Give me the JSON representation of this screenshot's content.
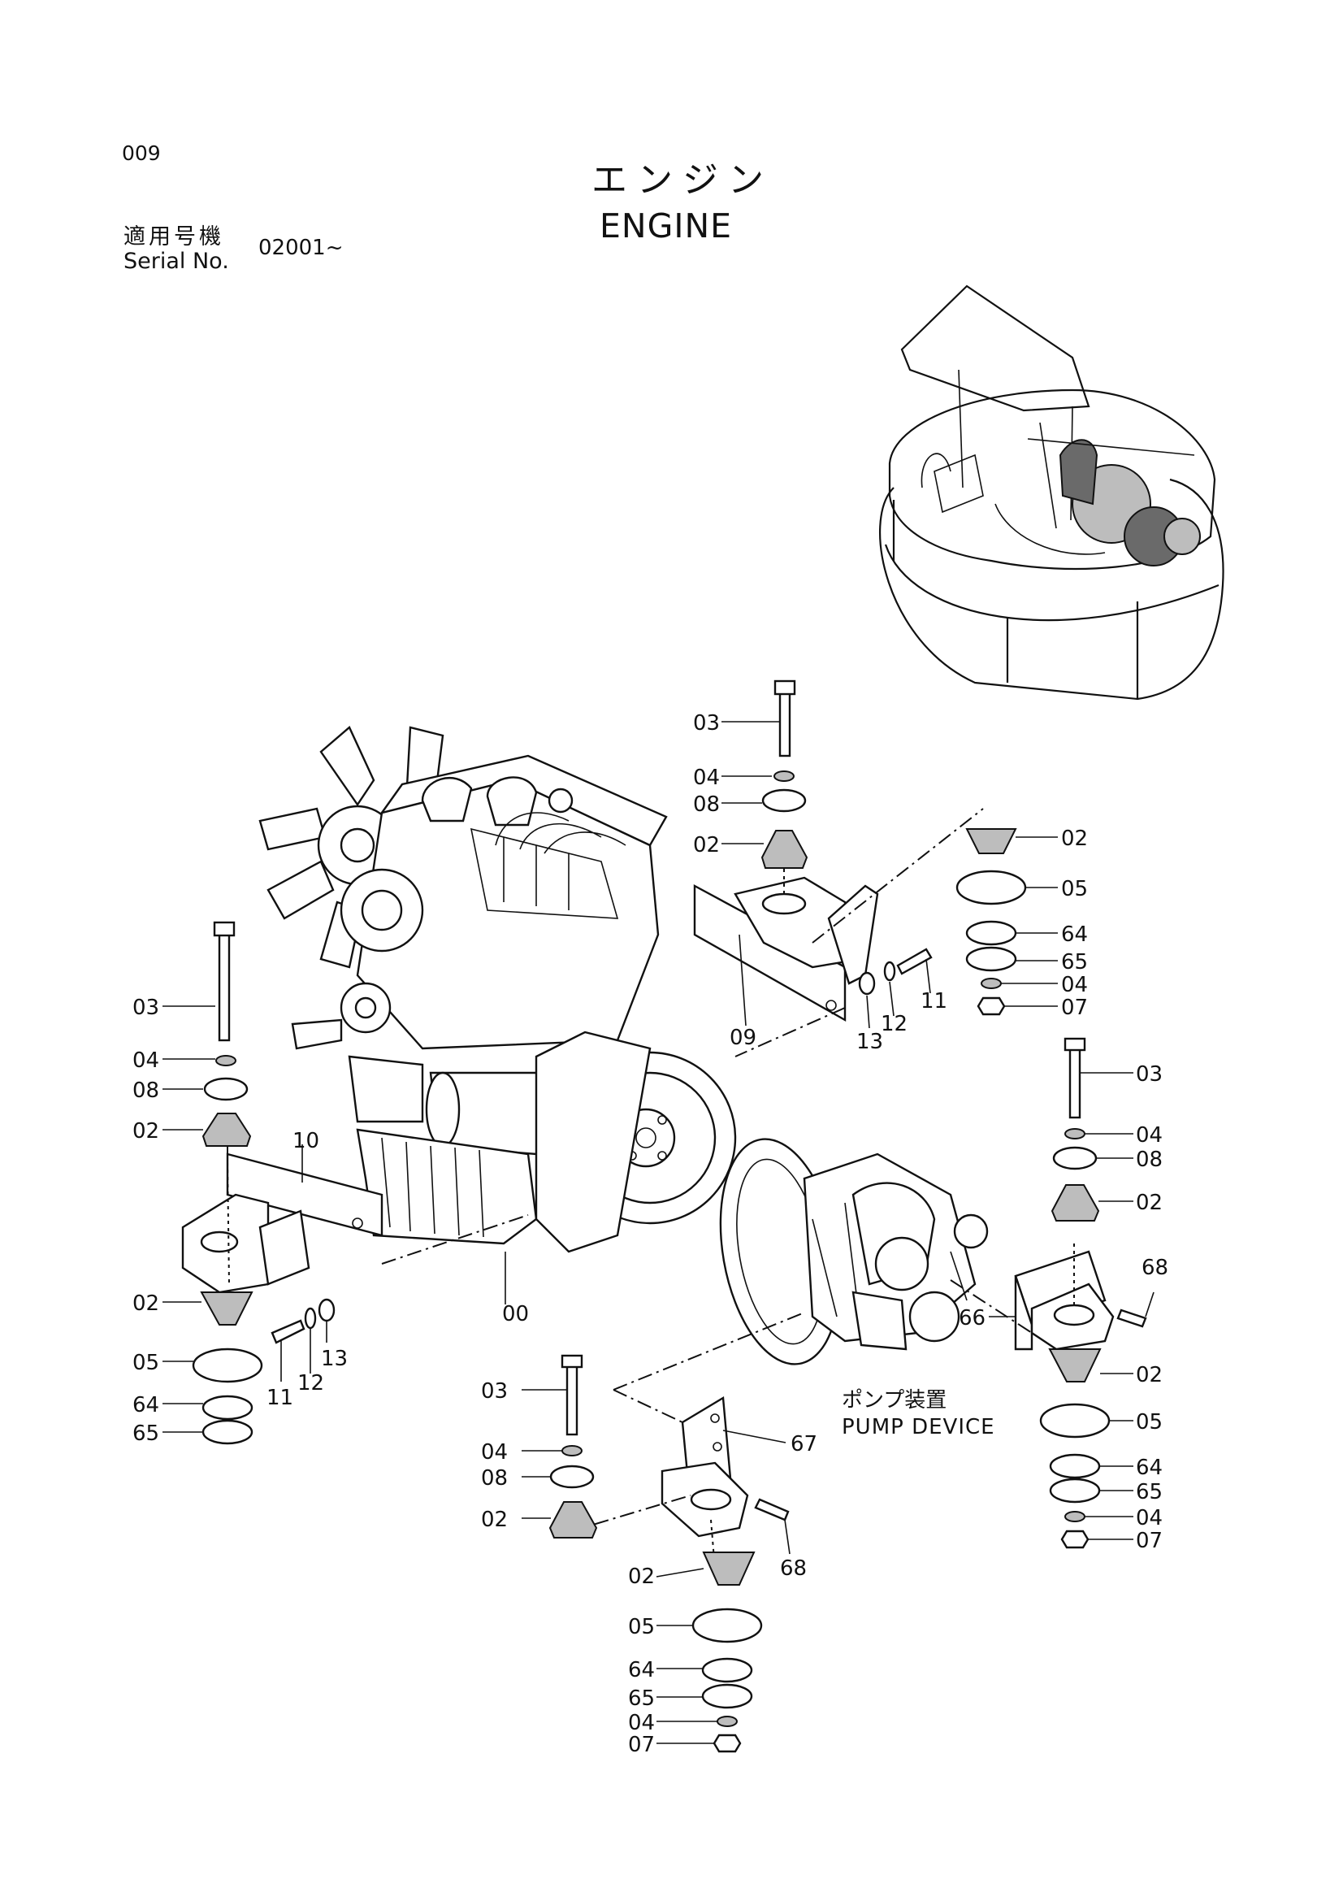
{
  "page_number": "009",
  "title_ja": "エンジン",
  "title_en": "ENGINE",
  "serial_label_ja": "適用号機",
  "serial_label_en": "Serial No.",
  "serial_value": "02001~",
  "pump_label_ja": "ポンプ装置",
  "pump_label_en": "PUMP DEVICE",
  "callouts": {
    "c00": "00",
    "c09": "09",
    "c10": "10",
    "c66": "66",
    "c67": "67",
    "bl03": "03",
    "bl04": "04",
    "bl08": "08",
    "bl02a": "02",
    "bl02b": "02",
    "bl05": "05",
    "bl64": "64",
    "bl65": "65",
    "bl11": "11",
    "bl12": "12",
    "bl13": "13",
    "tc03": "03",
    "tc04": "04",
    "tc08": "08",
    "tc02": "02",
    "tr02": "02",
    "tr05": "05",
    "tr64": "64",
    "tr65": "65",
    "tr04": "04",
    "tr07": "07",
    "tm11": "11",
    "tm12": "12",
    "tm13": "13",
    "rm03": "03",
    "rm04": "04",
    "rm08": "08",
    "rm02a": "02",
    "rm68": "68",
    "rm02b": "02",
    "rm05": "05",
    "rm64": "64",
    "rm65": "65",
    "rm04b": "04",
    "rm07": "07",
    "bc03": "03",
    "bc04": "04",
    "bc08": "08",
    "bc02a": "02",
    "bc68": "68",
    "bc02b": "02",
    "bc05": "05",
    "bc64": "64",
    "bc65": "65",
    "bc04b": "04",
    "bc07": "07"
  }
}
